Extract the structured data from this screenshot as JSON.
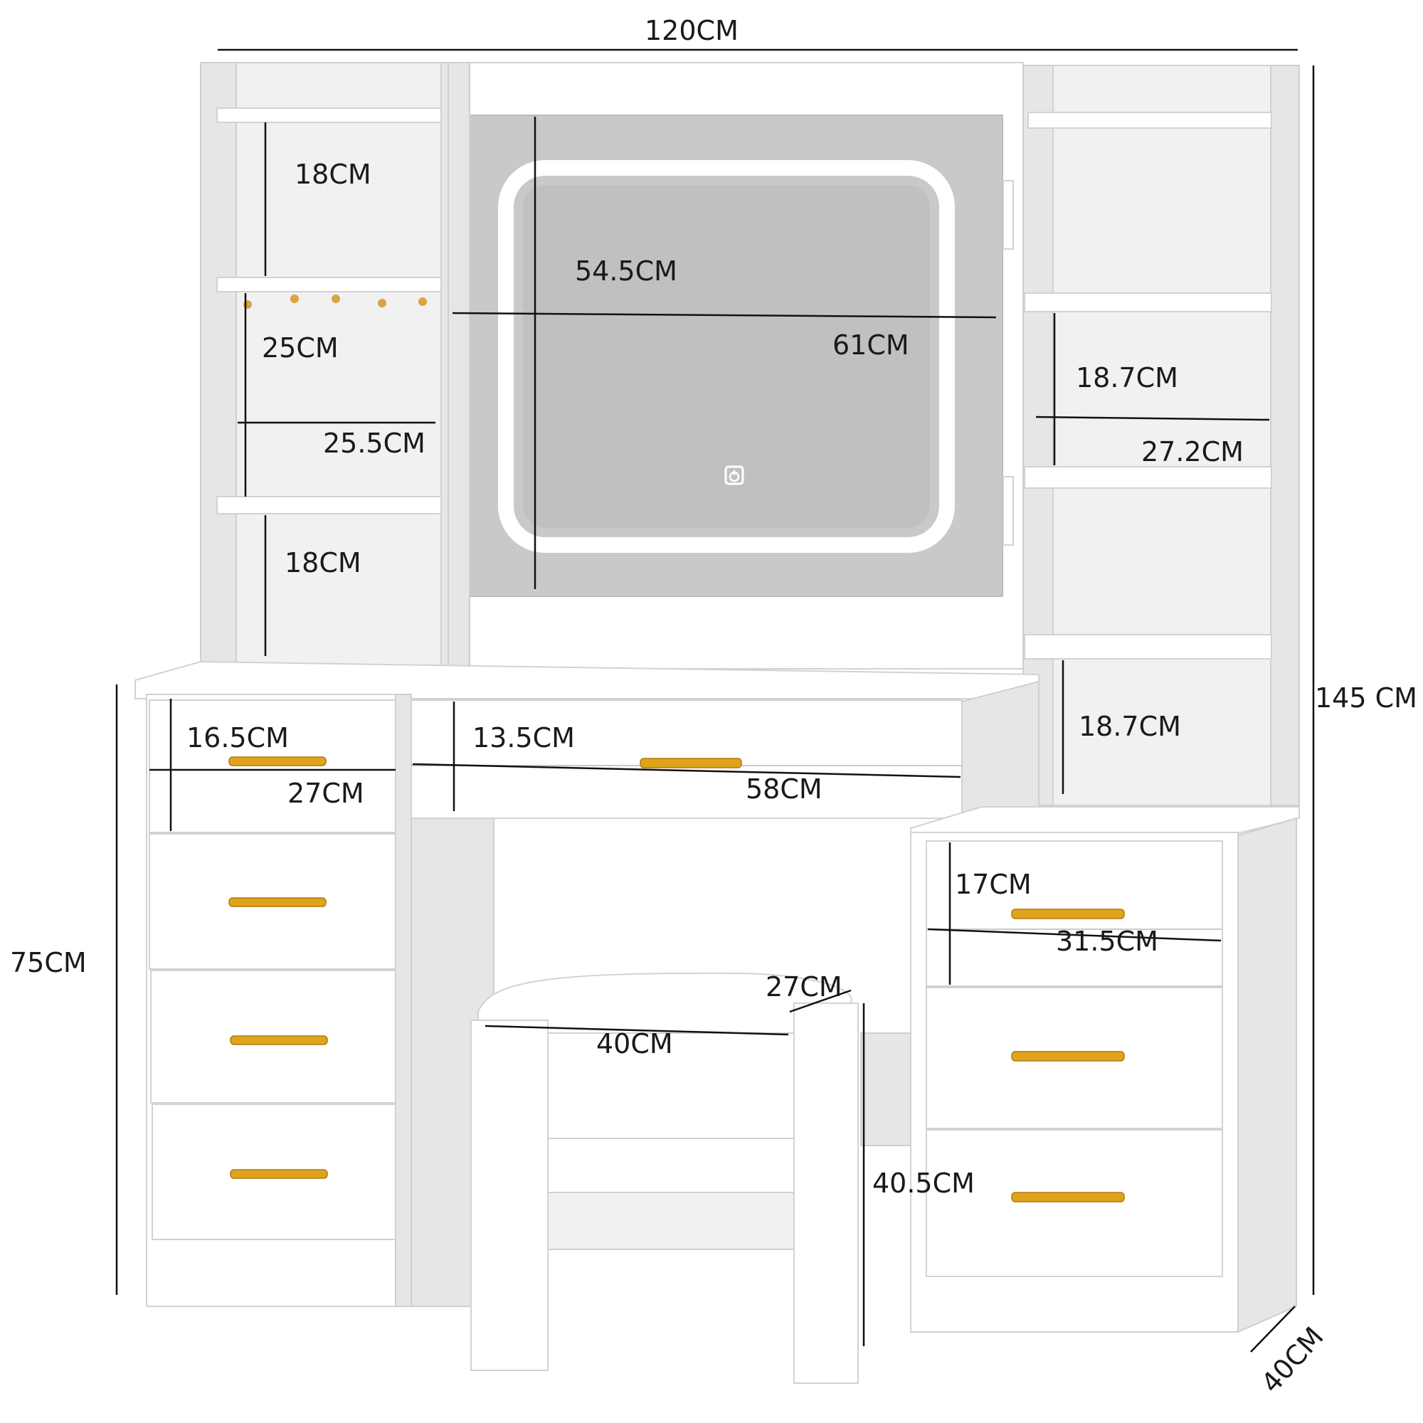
{
  "dimensions": {
    "total_width": "120CM",
    "total_height": "145 CM",
    "desk_height": "75CM",
    "depth": "40CM",
    "left_top_shelf": "18CM",
    "left_hook_shelf": "25CM",
    "left_shelf_width": "25.5CM",
    "left_bottom_shelf": "18CM",
    "mirror_height": "54.5CM",
    "mirror_width": "61CM",
    "right_shelf_height": "18.7CM",
    "right_shelf_width": "27.2CM",
    "right_bottom_shelf": "18.7CM",
    "left_drawer_height": "16.5CM",
    "left_drawer_width": "27CM",
    "center_drawer_height": "13.5CM",
    "center_drawer_width": "58CM",
    "right_drawer_height": "17CM",
    "right_drawer_width": "31.5CM",
    "stool_depth": "27CM",
    "stool_width": "40CM",
    "stool_height": "40.5CM"
  },
  "colors": {
    "handle": "#e0a41c",
    "mirror": "#c2c0be",
    "furniture": "#ffffff"
  }
}
